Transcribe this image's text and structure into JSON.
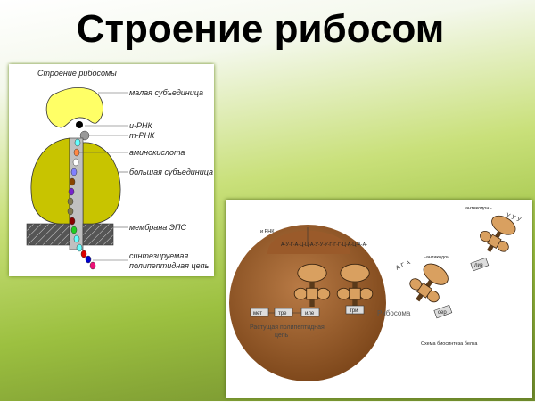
{
  "slide": {
    "title": "Строение рибосом"
  },
  "left_figure": {
    "title": "Строение рибосомы",
    "labels": [
      "малая субъединица",
      "и-РНК",
      "т-РНК",
      "аминокислота",
      "большая субъединица",
      "мембрана ЭПС",
      "синтезируемая",
      "полипептидная цепь"
    ],
    "colors": {
      "small_subunit": "#ffff66",
      "large_subunit": "#c8c400",
      "channel": "#c0c0c0"
    }
  },
  "right_figure": {
    "labels": {
      "mrna": "и РНК",
      "sequence": "А-У-Г-А-Ц-Ц-А-У-У-У-Г-Г-Г-Ц-А-Ц-А-А-",
      "ribosome": "Рибосома",
      "chain": "Растущая полипептидная",
      "chain2": "цепь",
      "anticodon1": "антикодон -",
      "anticodon2": "-антикодон",
      "codon_uuu": "У У У",
      "codon_aga": "А Г А",
      "caption": "Схема биосинтеза белка"
    },
    "amino_acids": [
      "мет",
      "тре",
      "иле",
      "три",
      "сер",
      "лиз"
    ],
    "colors": {
      "ribosome": "#9a5a2a",
      "trna": "#d9a060"
    }
  }
}
